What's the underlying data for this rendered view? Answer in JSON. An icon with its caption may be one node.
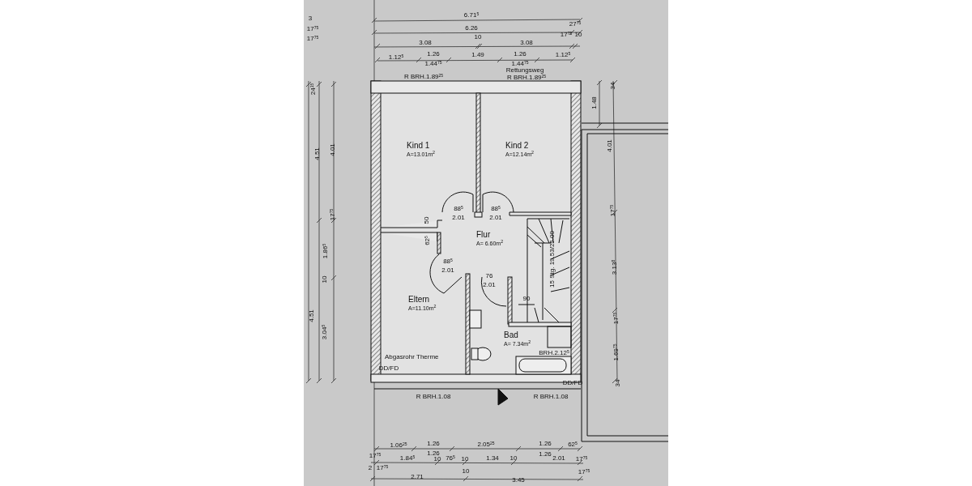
{
  "diagram": {
    "nodes": [
      {
        "text": [
          "Kind 1",
          "A=13.01m$^{2}$"
        ]
      },
      {
        "text": [
          "Kind 2",
          "A=12.14m$^{2}$"
        ]
      },
      {
        "text": [
          "Flur",
          "A= 6.60m$^{2}$"
        ]
      },
      {
        "text": [
          "Eltern",
          "A=11.10m$^{2}$"
        ]
      },
      {
        "text": [
          "Bad",
          "A= 7.34m$^{2}$"
        ]
      }
    ],
    "labels": [
      "3",
      "6.71$^{5}$",
      "27$^{75}$",
      "17$^{75}$",
      "6.26",
      "10",
      "17$^{75}$",
      "10",
      "17$^{75}$",
      "3.08",
      "3.08",
      "1.12$^{5}$",
      "1.26",
      "1.44$^{75}$",
      "1.49",
      "1.26",
      "1.44$^{75}$",
      "1.12$^{5}$",
      "R BRH.1.89$^{25}$",
      "Rettungsweg",
      "R BRH.1.89$^{25}$",
      "24$^{15}$",
      "34",
      "1.48",
      "4.51",
      "4.01",
      "4.01",
      "17$^{75}$",
      "17$^{75}$",
      "1.86$^{5}$",
      "50",
      "62$^{5}$",
      "88$^{5}$",
      "2.01",
      "88$^{5}$",
      "2.01",
      "15 Stg. 19.53/25.00",
      "3.13$^{8}$",
      "88$^{5}$",
      "2.01",
      "10",
      "76",
      "2.01",
      "90",
      "4.51",
      "17$^{75}$",
      "3.04$^{5}$",
      "BRH.2.12$^{5}$",
      "1.69$^{75}$",
      "Abgasrohr Therme",
      "DD/FD",
      "DD/FD",
      "34",
      "R BRH.1.08",
      "R BRH.1.08",
      "1.06$^{25}$",
      "1.26",
      "1.26",
      "2.05$^{25}$",
      "1.26",
      "1.26",
      "62$^{5}$",
      "17$^{75}$",
      "1.84$^{5}$",
      "10",
      "76$^{5}$",
      "10",
      "1.34",
      "10",
      "2.01",
      "17$^{75}$",
      "2",
      "17$^{75}$",
      "10",
      "17$^{75}$",
      "2.71",
      "3.45"
    ]
  }
}
